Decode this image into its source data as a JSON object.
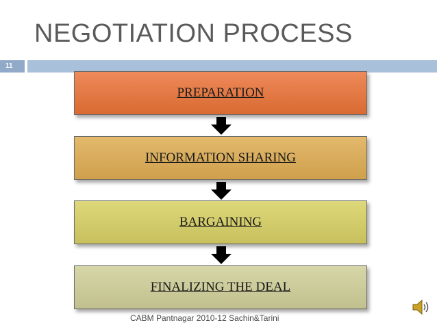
{
  "slide": {
    "title": "NEGOTIATION PROCESS",
    "number": "11",
    "footer": "CABM Pantnagar 2010-12 Sachin&Tarini"
  },
  "steps": [
    {
      "label": "PREPARATION",
      "color": "#e27a45"
    },
    {
      "label": "INFORMATION SHARING",
      "color": "#d9ad5e"
    },
    {
      "label": "BARGAINING",
      "color": "#d3cd6c"
    },
    {
      "label": "FINALIZING THE DEAL",
      "color": "#cccb9b"
    }
  ],
  "icons": {
    "connector": "down-arrow-icon",
    "audio": "speaker-icon"
  }
}
